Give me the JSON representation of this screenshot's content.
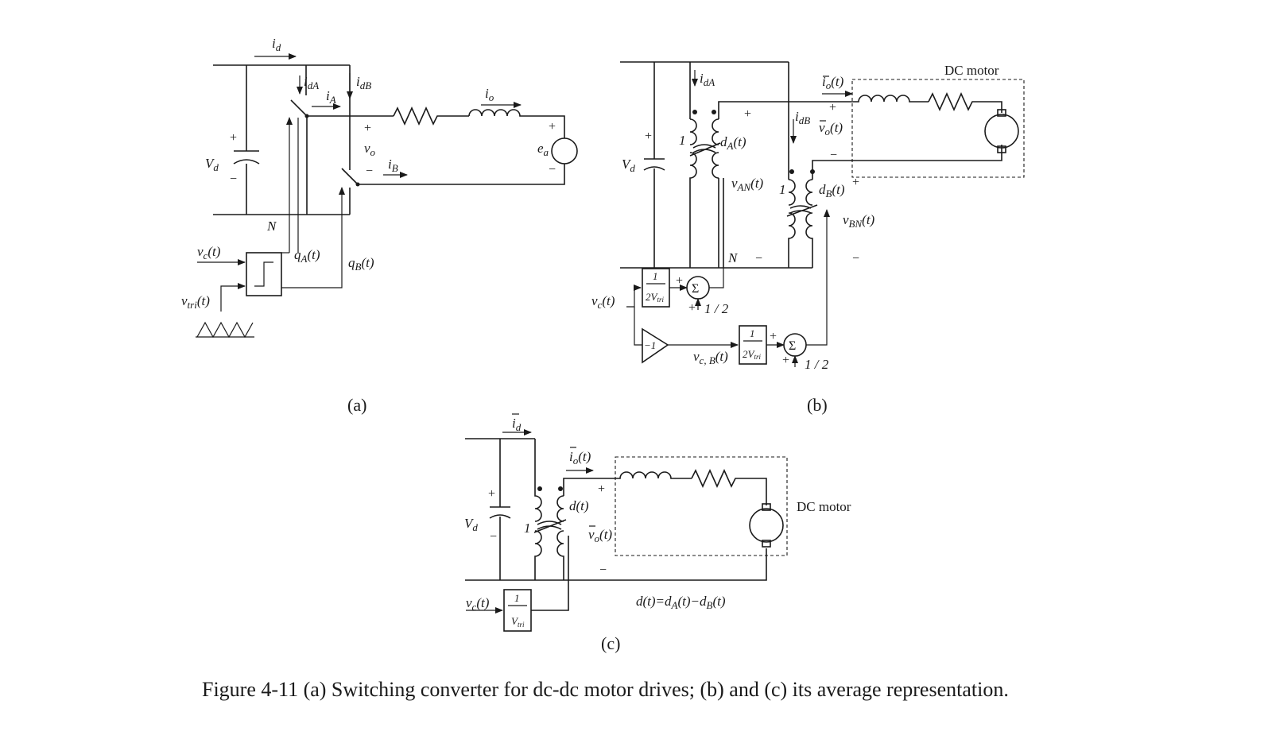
{
  "caption": "Figure 4-11 (a) Switching converter for dc-dc motor drives; (b) and (c) its average representation.",
  "panels": {
    "a": {
      "tag": "(a)",
      "labels": {
        "id": "i",
        "id_sub": "d",
        "idA": "i",
        "idA_sub": "dA",
        "idB": "i",
        "idB_sub": "dB",
        "iA": "i",
        "iA_sub": "A",
        "iB": "i",
        "iB_sub": "B",
        "io": "i",
        "io_sub": "o",
        "vo": "v",
        "vo_sub": "o",
        "ea": "e",
        "ea_sub": "a",
        "Vd": "V",
        "Vd_sub": "d",
        "N": "N",
        "vc": "v",
        "vc_sub": "c",
        "vc_t": "(t)",
        "vtri": "v",
        "vtri_sub": "tri",
        "vtri_t": "(t)",
        "qA": "q",
        "qA_sub": "A",
        "qA_t": "(t)",
        "qB": "q",
        "qB_sub": "B",
        "qB_t": "(t)",
        "plus": "+",
        "minus": "−"
      }
    },
    "b": {
      "tag": "(b)",
      "motor_label": "DC motor",
      "labels": {
        "idA": "i",
        "idA_sub": "dA",
        "idB": "i",
        "idB_sub": "dB",
        "io": "i",
        "io_sub": "o",
        "io_t": "(t)",
        "vo": "v",
        "vo_sub": "o",
        "vo_t": "(t)",
        "Vd": "V",
        "Vd_sub": "d",
        "dA": "d",
        "dA_sub": "A",
        "dA_t": "(t)",
        "dB": "d",
        "dB_sub": "B",
        "dB_t": "(t)",
        "vAN": "v",
        "vAN_sub": "AN",
        "vAN_t": "(t)",
        "vBN": "v",
        "vBN_sub": "BN",
        "vBN_t": "(t)",
        "N": "N",
        "one": "1",
        "vc": "v",
        "vc_sub": "c",
        "vc_t": "(t)",
        "vcB": "v",
        "vcB_sub": "c, B",
        "vcB_t": "(t)",
        "gain_num": "1",
        "gain_den": "2V",
        "gain_den_sub": "tri",
        "hat": "^",
        "sigma": "Σ",
        "half": "1 / 2",
        "neg1": "−1",
        "plus": "+",
        "minus": "−"
      }
    },
    "c": {
      "tag": "(c)",
      "motor_label": "DC motor",
      "labels": {
        "id": "i",
        "id_sub": "d",
        "io": "i",
        "io_sub": "o",
        "io_t": "(t)",
        "vo": "v",
        "vo_sub": "o",
        "vo_t": "(t)",
        "Vd": "V",
        "Vd_sub": "d",
        "d": "d(t)",
        "one": "1",
        "vc": "v",
        "vc_sub": "c",
        "vc_t": "(t)",
        "gain_num": "1",
        "gain_den": "V",
        "gain_den_sub": "tri",
        "hat": "^",
        "relation": "d(t)=d",
        "rel_A": "A",
        "rel_mid": "(t)−d",
        "rel_B": "B",
        "rel_t": "(t)",
        "plus": "+",
        "minus": "−"
      }
    }
  }
}
